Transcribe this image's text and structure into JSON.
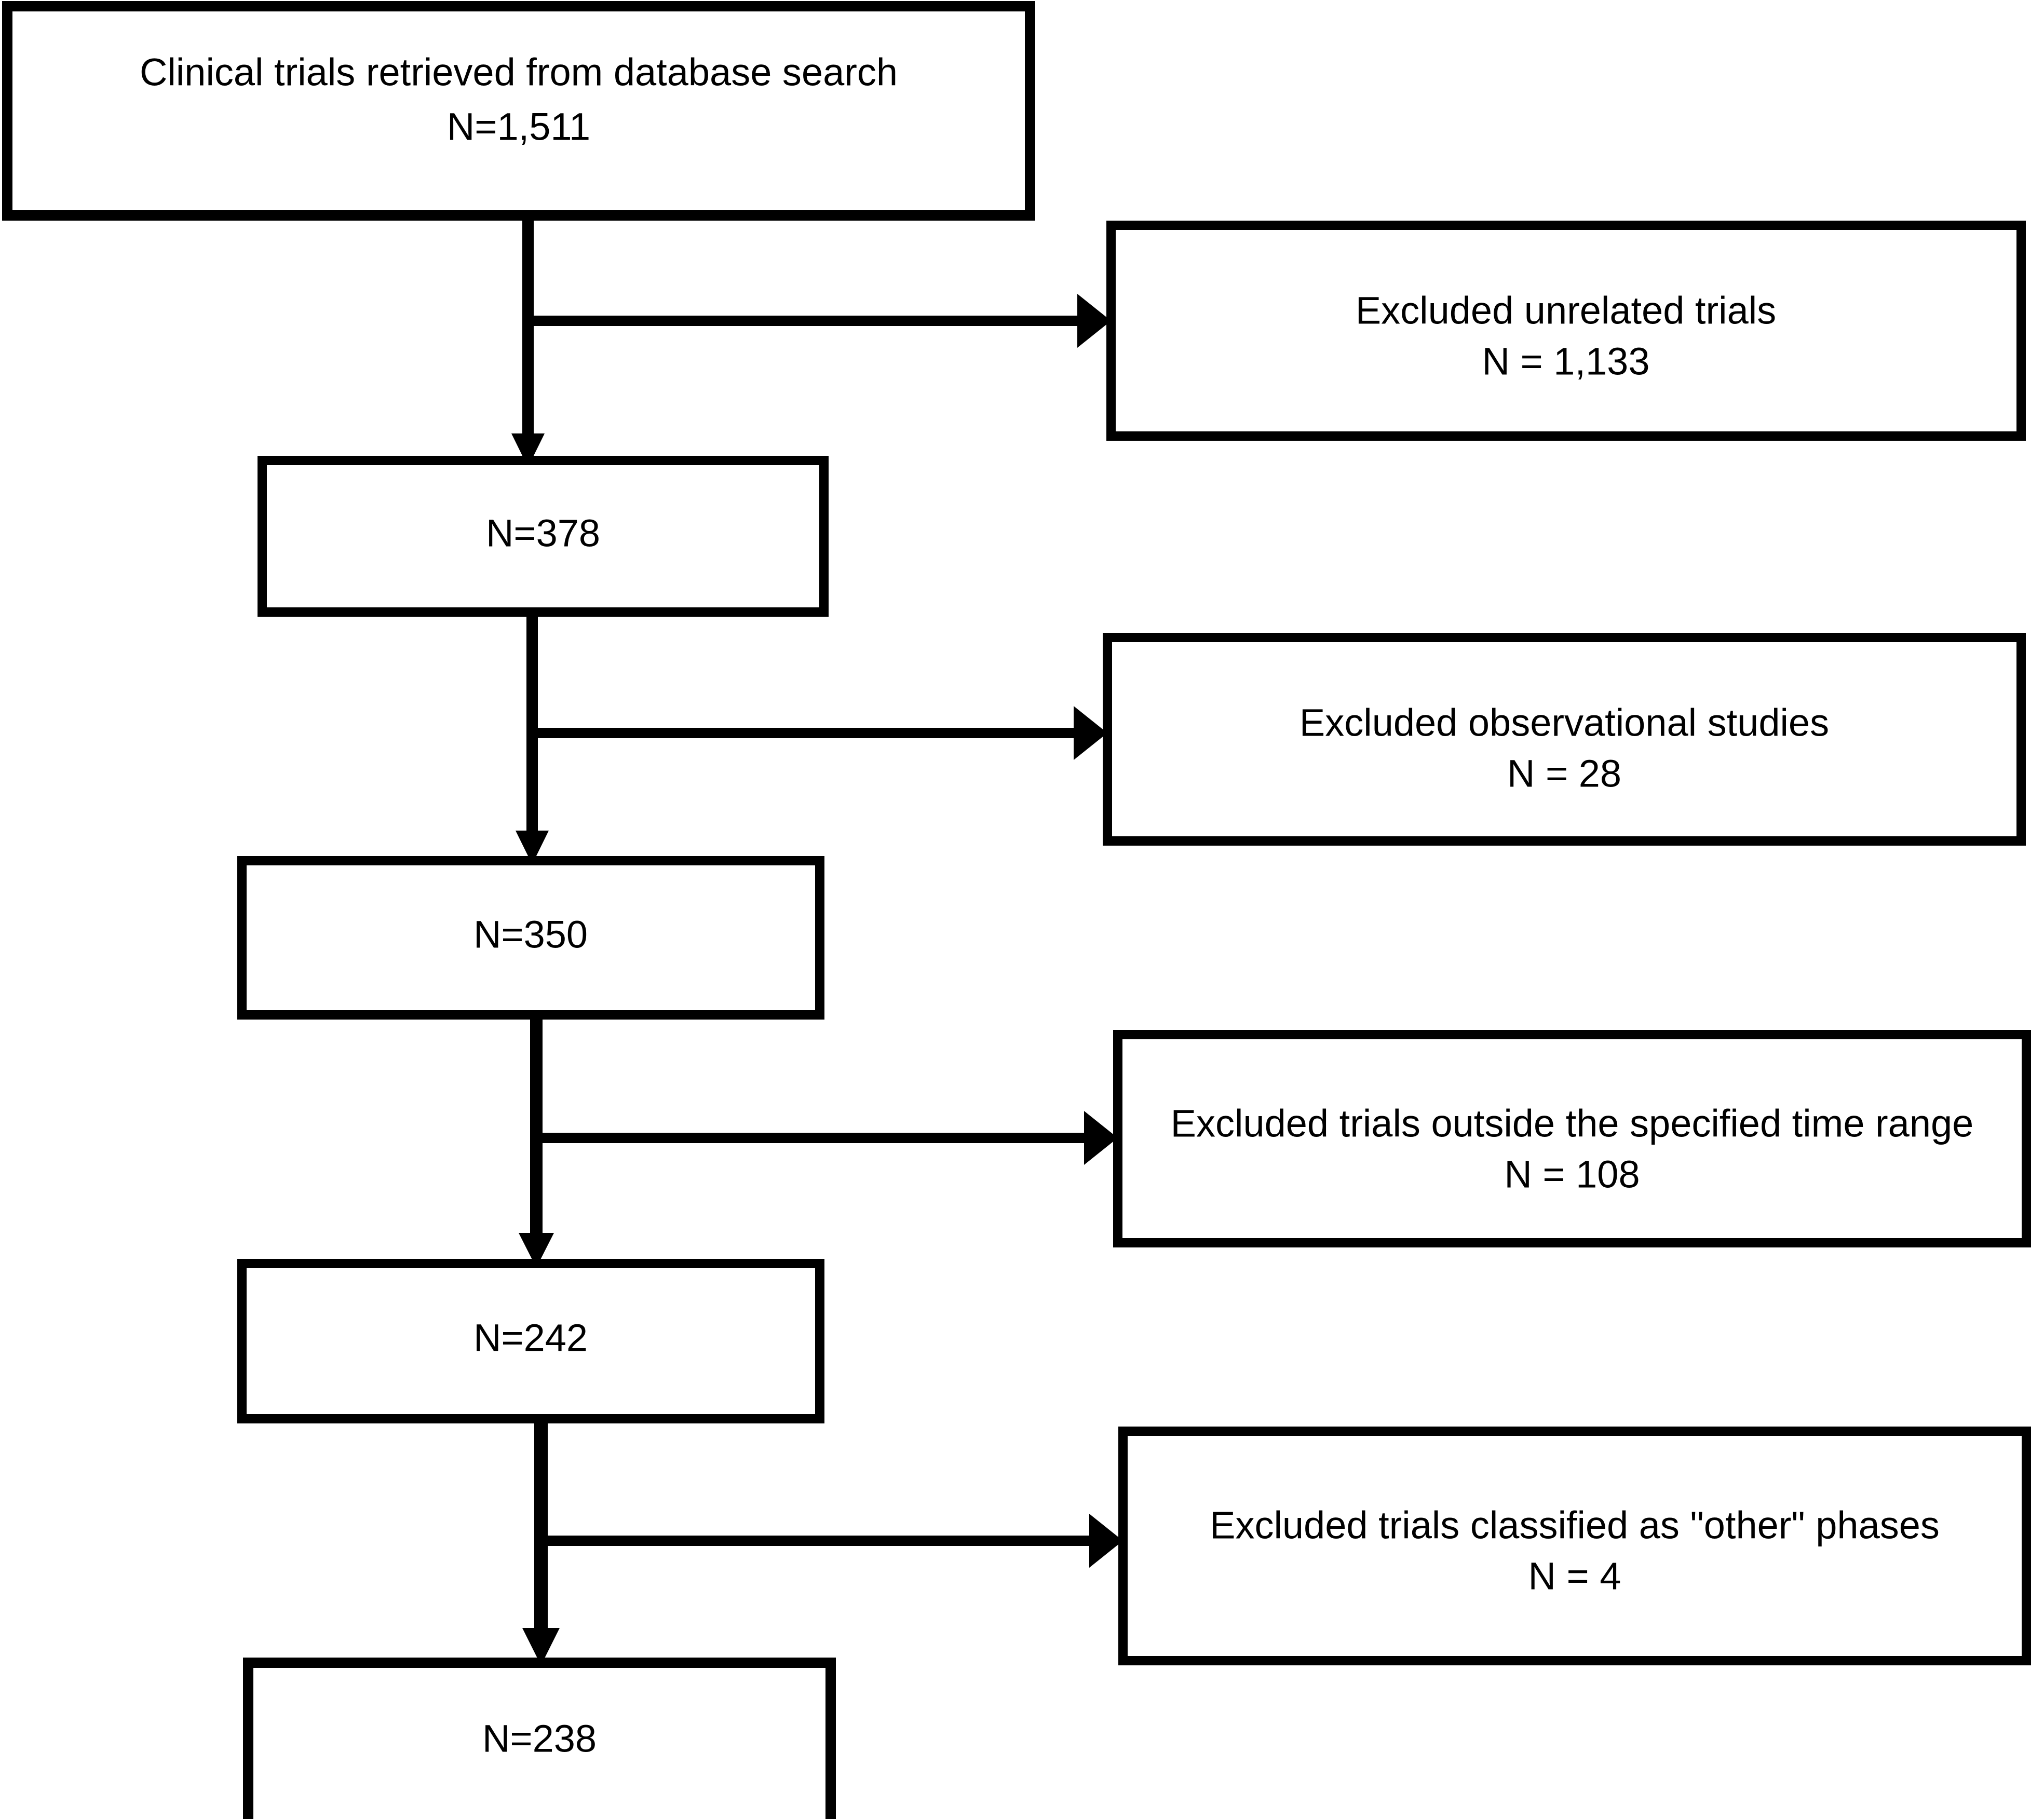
{
  "diagram": {
    "type": "prisma-flow-diagram",
    "title": "Clinical trial selection flow",
    "orientation": "top-to-bottom with right-side exclusion branches"
  },
  "flow_nodes": [
    {
      "id": "retrieved",
      "line1": "Clinical trials retrieved from database search",
      "line2": "N=1,511",
      "count": 1511,
      "column": "main"
    },
    {
      "id": "after-unrelated",
      "line1": "N=378",
      "line2": "",
      "count": 378,
      "column": "main"
    },
    {
      "id": "after-observational",
      "line1": "N=350",
      "line2": "",
      "count": 350,
      "column": "main"
    },
    {
      "id": "after-time-range",
      "line1": "N=242",
      "line2": "",
      "count": 242,
      "column": "main"
    },
    {
      "id": "final-included",
      "line1": "N=238",
      "line2": "",
      "count": 238,
      "column": "main"
    }
  ],
  "exclusion_nodes": [
    {
      "id": "excluded-unrelated",
      "line1": "Excluded unrelated trials",
      "line2": "N = 1,133",
      "count": 1133,
      "column": "exclusion"
    },
    {
      "id": "excluded-observational",
      "line1": "Excluded observational studies",
      "line2": "N = 28",
      "count": 28,
      "column": "exclusion"
    },
    {
      "id": "excluded-time-range",
      "line1": "Excluded trials outside the specified time range",
      "line2": "N = 108",
      "count": 108,
      "column": "exclusion"
    },
    {
      "id": "excluded-other-phases",
      "line1": "Excluded trials classified as \"other\" phases",
      "line2": "N = 4",
      "count": 4,
      "column": "exclusion"
    }
  ],
  "colors": {
    "box_stroke": "#000000",
    "box_fill": "#ffffff",
    "text": "#000000",
    "background": "#ffffff"
  }
}
